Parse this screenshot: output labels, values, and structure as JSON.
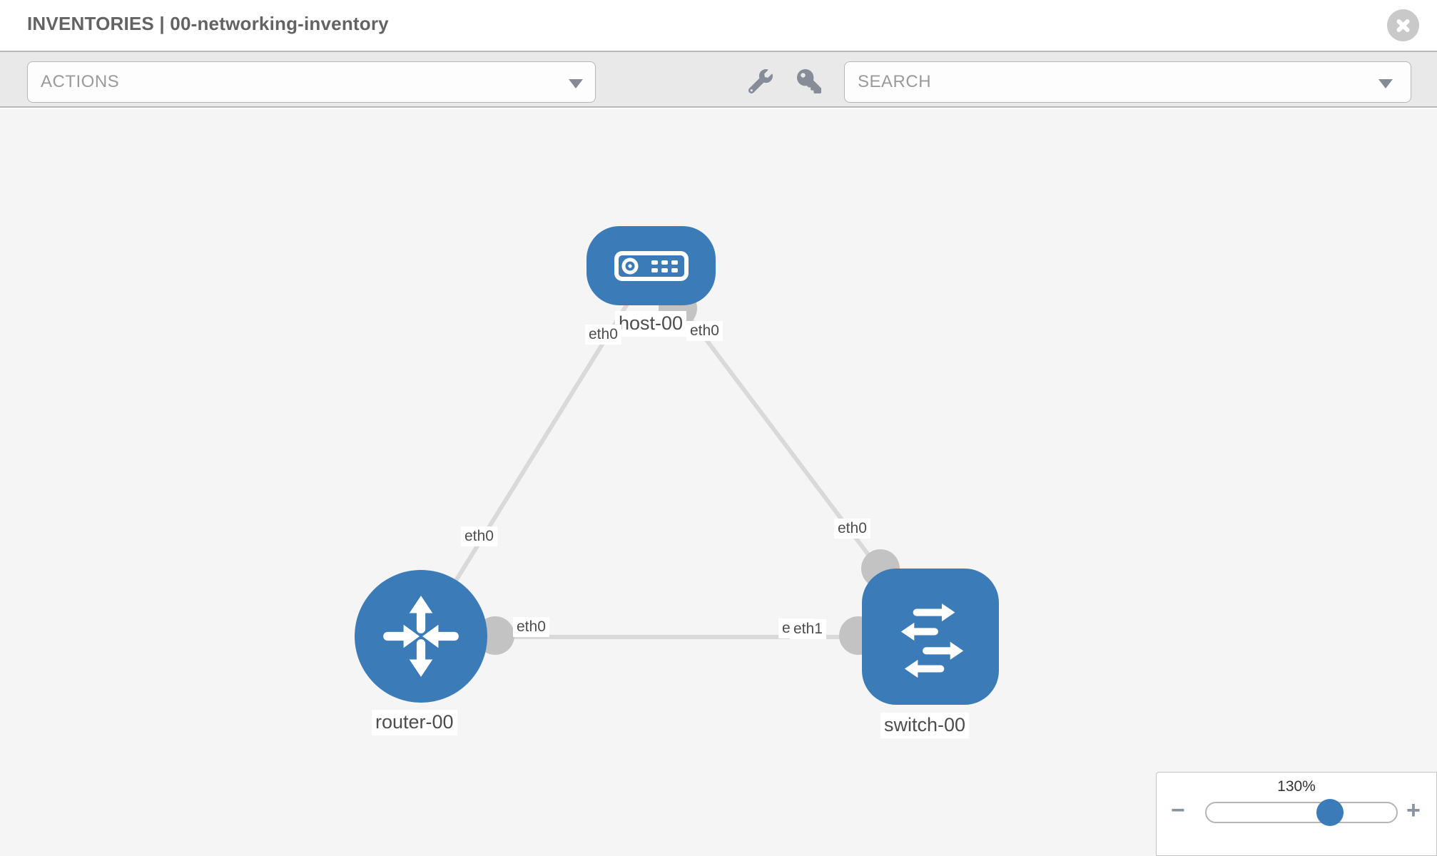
{
  "header": {
    "title": "INVENTORIES | 00-networking-inventory",
    "close_icon": "circle-x"
  },
  "toolbar": {
    "actions_placeholder": "ACTIONS",
    "search_placeholder": "SEARCH",
    "icons": [
      "wrench-icon",
      "key-icon"
    ]
  },
  "topology": {
    "nodes": [
      {
        "id": "host-00",
        "label": "host-00",
        "shape": "rounded-rect",
        "icon": "host-icon"
      },
      {
        "id": "router-00",
        "label": "router-00",
        "shape": "circle",
        "icon": "router-icon"
      },
      {
        "id": "switch-00",
        "label": "switch-00",
        "shape": "rounded-square",
        "icon": "switch-icon"
      }
    ],
    "links": [
      {
        "from": "host-00",
        "from_iface": "eth0",
        "to": "router-00",
        "to_iface": "eth0"
      },
      {
        "from": "host-00",
        "from_iface": "eth0",
        "to": "switch-00",
        "to_iface": "eth0"
      },
      {
        "from": "router-00",
        "from_iface": "eth0",
        "to": "switch-00",
        "to_iface": "eth1"
      }
    ],
    "iface_labels": {
      "host_to_router": "eth0",
      "host_to_switch": "eth0",
      "router_to_host": "eth0",
      "switch_to_host": "eth0",
      "router_to_switch": "eth0",
      "switch_to_router": "eth1",
      "switch_to_router_overlap": "eth1"
    }
  },
  "zoom_control": {
    "level": "130%",
    "minus_glyph": "−",
    "plus_glyph": "+"
  },
  "colors": {
    "node_blue": "#3b7cb8",
    "link_gray": "#d9d9d9",
    "iface_dot_gray": "#c3c3c3",
    "toolbar_bg": "#e9e9e9",
    "canvas_bg": "#f5f5f6"
  }
}
